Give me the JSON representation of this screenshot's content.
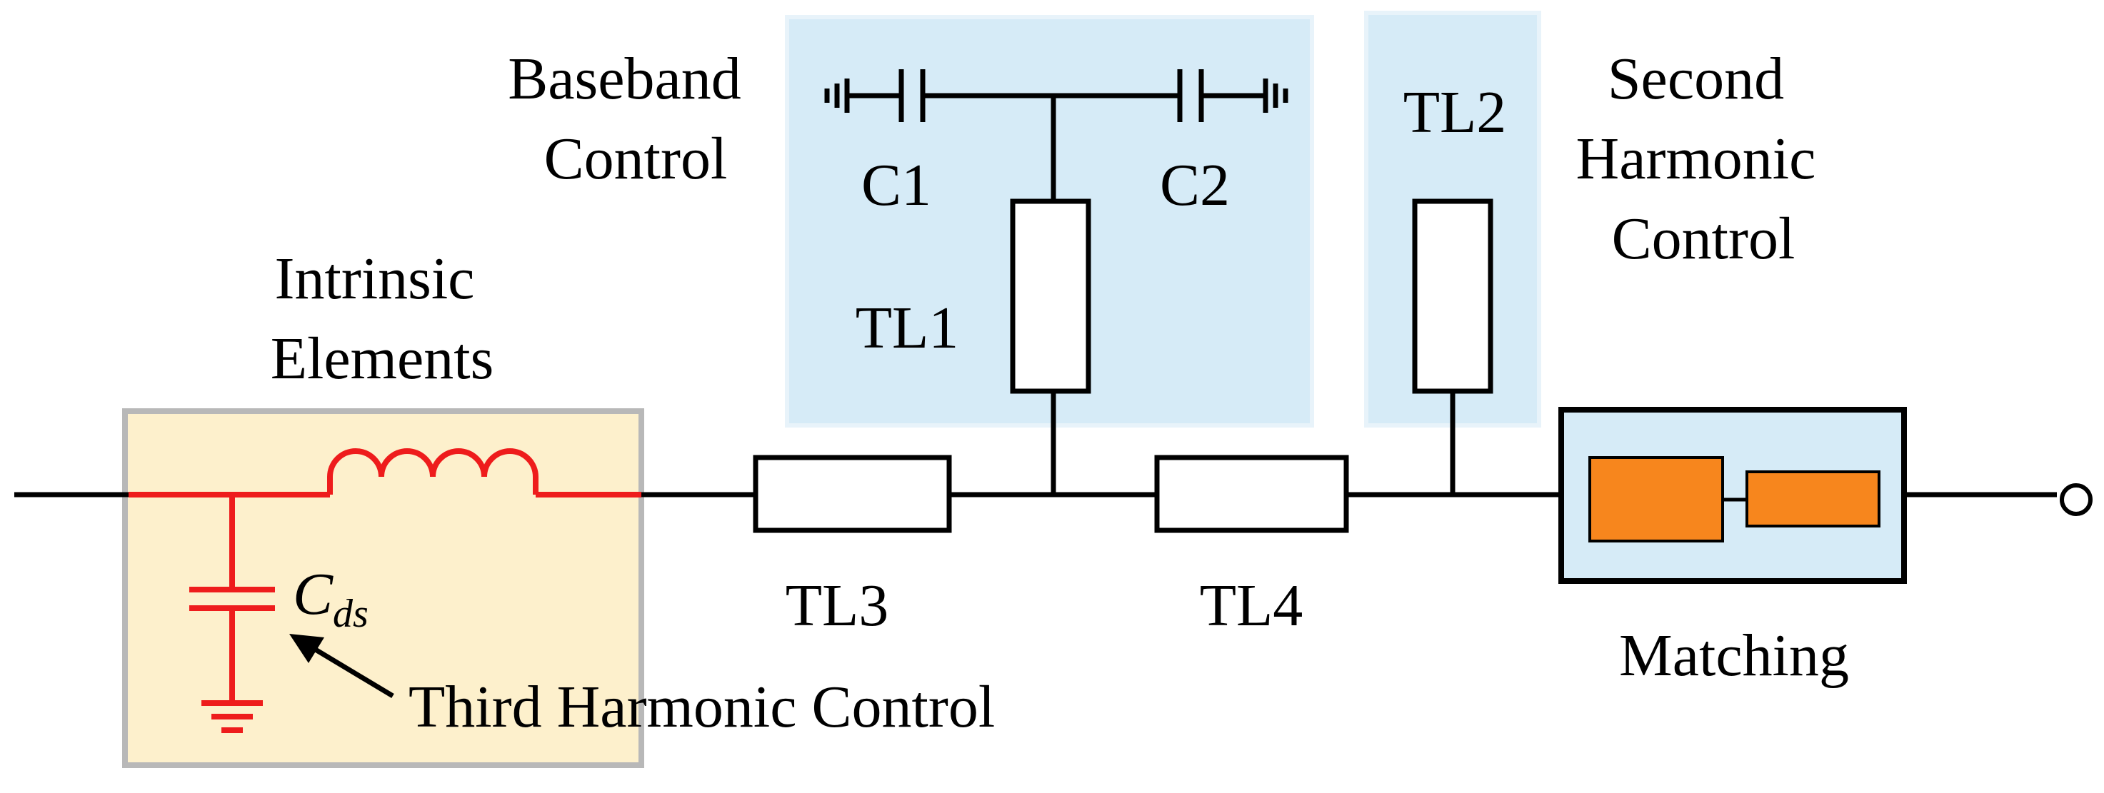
{
  "labels": {
    "intrinsic_elements": [
      "Intrinsic",
      "Elements"
    ],
    "baseband_control": [
      "Baseband",
      "Control"
    ],
    "second_harmonic_control": [
      "Second",
      "Harmonic",
      "Control"
    ],
    "third_harmonic_control": "Third Harmonic Control",
    "matching": "Matching",
    "c1": "C1",
    "c2": "C2",
    "tl1": "TL1",
    "tl2": "TL2",
    "tl3": "TL3",
    "tl4": "TL4",
    "cds_main": "C",
    "cds_sub": "ds"
  },
  "colors": {
    "intrinsic_fill": "#fdf0cc",
    "intrinsic_border": "#b8b8b8",
    "control_fill": "#d6ebf7",
    "control_border": "#e8f3fa",
    "matching_fill": "#d6ebf7",
    "matching_block": "#f7861d",
    "circuit_red": "#ee1c1c",
    "wire": "#000000"
  }
}
